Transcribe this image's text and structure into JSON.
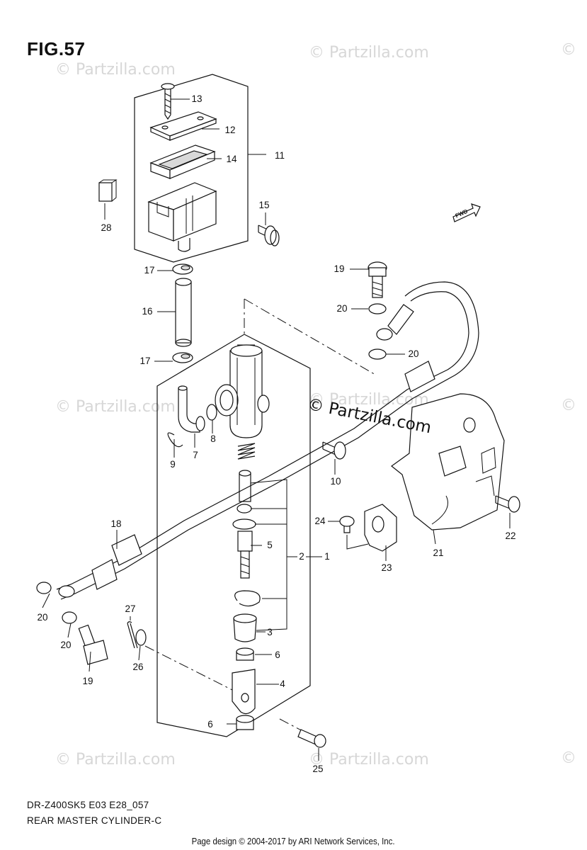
{
  "figure": {
    "title": "FIG.57",
    "model_code": "DR-Z400SK5 E03 E28_057",
    "subtitle": "REAR MASTER CYLINDER-C",
    "footer": "Page design © 2004-2017 by ARI Network Services, Inc.",
    "fwd_label": "FWD"
  },
  "watermarks": {
    "faint": [
      "© Partzilla.com",
      "© Partzilla.com",
      "©",
      "© Partzilla.com",
      "© Partzilla.com",
      "©",
      "© Partzilla.com",
      "© Partzilla.com",
      "©"
    ],
    "center": "© Partzilla.com"
  },
  "callouts": [
    "13",
    "12",
    "14",
    "11",
    "28",
    "15",
    "17",
    "16",
    "17",
    "19",
    "20",
    "20",
    "7",
    "8",
    "9",
    "10",
    "22",
    "18",
    "24",
    "21",
    "23",
    "5",
    "2",
    "1",
    "20",
    "27",
    "20",
    "3",
    "26",
    "6",
    "19",
    "4",
    "6",
    "25"
  ],
  "colors": {
    "line": "#111111",
    "watermark": "#d7d7d7",
    "part_fill": "#d9d9d9"
  }
}
